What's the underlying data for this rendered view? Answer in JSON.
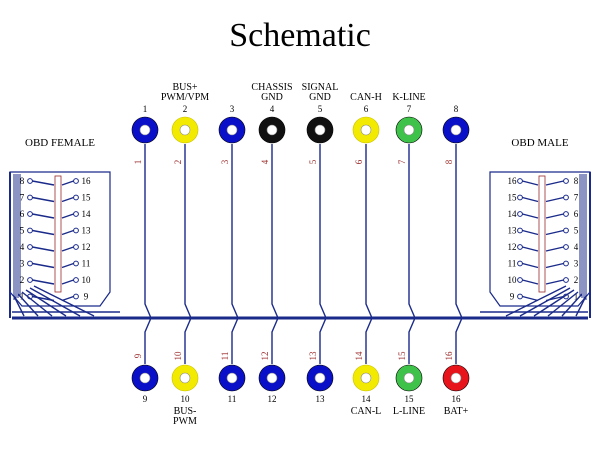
{
  "title": "Schematic",
  "colors": {
    "blue": "#0a10c8",
    "yellow": "#f2ea00",
    "black": "#111111",
    "green": "#3fc24a",
    "red": "#e8141c",
    "wire": "#1a2a8a",
    "wire_label": "#9a2a2a"
  },
  "connectors": {
    "female": {
      "title": "OBD FEMALE",
      "left_pins": [
        "8",
        "7",
        "6",
        "5",
        "4",
        "3",
        "2",
        "1"
      ],
      "right_pins": [
        "16",
        "15",
        "14",
        "13",
        "12",
        "11",
        "10",
        "9"
      ]
    },
    "male": {
      "title": "OBD MALE",
      "left_pins": [
        "16",
        "15",
        "14",
        "13",
        "12",
        "11",
        "10",
        "9"
      ],
      "right_pins": [
        "8",
        "7",
        "6",
        "5",
        "4",
        "3",
        "2",
        "1"
      ]
    }
  },
  "top_terminals": [
    {
      "pin": "1",
      "label_lines": [],
      "color": "blue",
      "wire_label": "1"
    },
    {
      "pin": "2",
      "label_lines": [
        "BUS+",
        "PWM/VPM"
      ],
      "color": "yellow",
      "wire_label": "2"
    },
    {
      "pin": "3",
      "label_lines": [],
      "color": "blue",
      "wire_label": "3"
    },
    {
      "pin": "4",
      "label_lines": [
        "CHASSIS",
        "GND"
      ],
      "color": "black",
      "wire_label": "4"
    },
    {
      "pin": "5",
      "label_lines": [
        "SIGNAL",
        "GND"
      ],
      "color": "black",
      "wire_label": "5"
    },
    {
      "pin": "6",
      "label_lines": [
        "CAN-H"
      ],
      "color": "yellow",
      "wire_label": "6"
    },
    {
      "pin": "7",
      "label_lines": [
        "K-LINE"
      ],
      "color": "green",
      "wire_label": "7"
    },
    {
      "pin": "8",
      "label_lines": [],
      "color": "blue",
      "wire_label": "8"
    }
  ],
  "bottom_terminals": [
    {
      "pin": "9",
      "label_lines": [],
      "color": "blue",
      "wire_label": "9"
    },
    {
      "pin": "10",
      "label_lines": [
        "BUS-",
        "PWM"
      ],
      "color": "yellow",
      "wire_label": "10"
    },
    {
      "pin": "11",
      "label_lines": [],
      "color": "blue",
      "wire_label": "11"
    },
    {
      "pin": "12",
      "label_lines": [],
      "color": "blue",
      "wire_label": "12"
    },
    {
      "pin": "13",
      "label_lines": [],
      "color": "blue",
      "wire_label": "13"
    },
    {
      "pin": "14",
      "label_lines": [
        "CAN-L"
      ],
      "color": "yellow",
      "wire_label": "14"
    },
    {
      "pin": "15",
      "label_lines": [
        "L-LINE"
      ],
      "color": "green",
      "wire_label": "15"
    },
    {
      "pin": "16",
      "label_lines": [
        "BAT+"
      ],
      "color": "red",
      "wire_label": "16"
    }
  ]
}
